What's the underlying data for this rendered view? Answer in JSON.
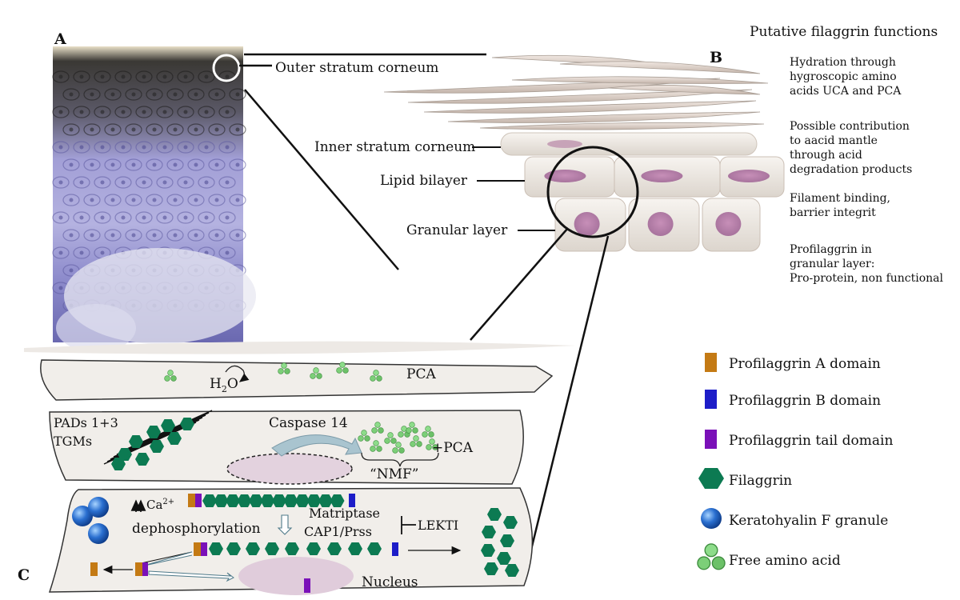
{
  "panels": {
    "a": "A",
    "b": "B",
    "c": "C"
  },
  "functions": {
    "heading": "Putative filaggrin functions",
    "items": [
      [
        "Hydration through",
        "hygroscopic amino",
        "acids UCA and PCA"
      ],
      [
        "Possible contribution",
        "to aacid mantle",
        "through acid",
        "degradation products"
      ],
      [
        "Filament binding,",
        "barrier integrit"
      ],
      [
        "Profilaggrin in",
        "granular layer:",
        "Pro-protein, non functional"
      ]
    ]
  },
  "layers": {
    "outer": "Outer stratum corneum",
    "inner": "Inner stratum corneum",
    "lipid": "Lipid bilayer",
    "granular": "Granular layer"
  },
  "top_cell": {
    "water_h": "H",
    "water_sub": "2",
    "water_o": "O",
    "pca": "PCA"
  },
  "mid_cell": {
    "pads": "PADs 1+3",
    "tgms": "TGMs",
    "caspase": "Caspase 14",
    "plus_pca": "+PCA",
    "nmf": "“NMF”"
  },
  "bottom_cell": {
    "ca": "Ca",
    "ca_sup": "2+",
    "dephos": "dephosphorylation",
    "matriptase": "Matriptase",
    "cap1": "CAP1/Prss",
    "lekti": "LEKTI",
    "nucleus": "Nucleus"
  },
  "legend": {
    "items": [
      {
        "label": "Profilaggrin A domain",
        "icon": "a-domain-icon"
      },
      {
        "label": "Profilaggrin B domain",
        "icon": "b-domain-icon"
      },
      {
        "label": "Profilaggrin tail domain",
        "icon": "tail-domain-icon"
      },
      {
        "label": "Filaggrin",
        "icon": "filaggrin-hexagon-icon"
      },
      {
        "label": "Keratohyalin F granule",
        "icon": "keratohyalin-granule-icon"
      },
      {
        "label": "Free amino acid",
        "icon": "free-amino-acid-icon"
      }
    ]
  },
  "colors": {
    "a_domain": "#c47a14",
    "b_domain": "#1d1dc8",
    "tail": "#7a10b8",
    "filaggrin": "#0c7a52",
    "granule": "#2a6fd0",
    "amino": "#7bd27b",
    "cell": "#f1eeea",
    "nucleus": "#d9bfd6"
  }
}
